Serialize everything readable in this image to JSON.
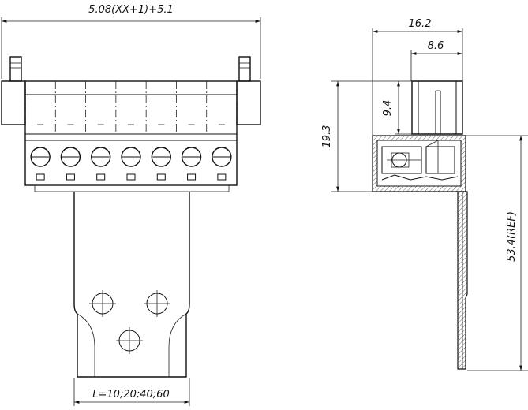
{
  "dimensions": {
    "top_width": "5.08(XX+1)+5.1",
    "side_width_outer": "16.2",
    "side_width_inner": "8.6",
    "height_total": "19.3",
    "height_inner": "9.4",
    "ref_length": "53.4(REF)",
    "cable_length": "L=10;20;40;60"
  },
  "pole_count": 7,
  "colors": {
    "line": "#111111",
    "hatch": "#666666",
    "background": "#ffffff"
  }
}
